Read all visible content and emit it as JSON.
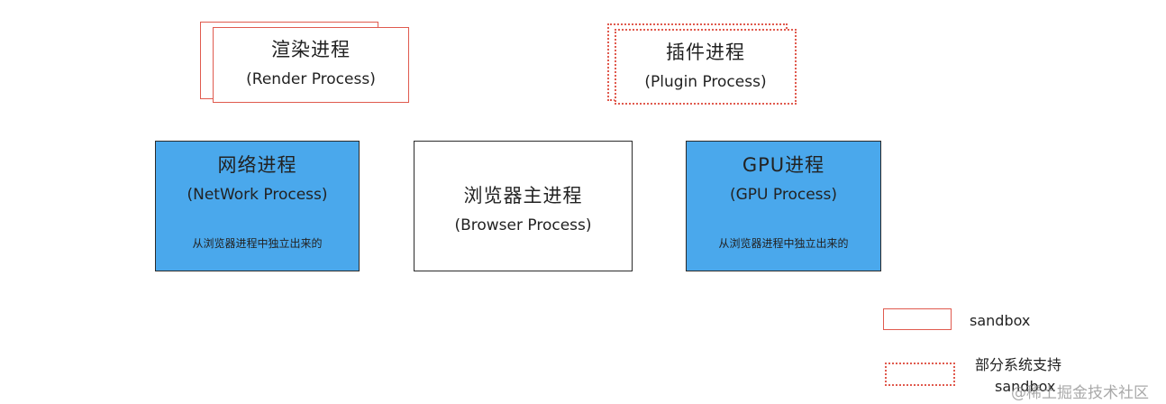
{
  "render": {
    "title": "渲染进程",
    "subtitle": "(Render Process)"
  },
  "plugin": {
    "title": "插件进程",
    "subtitle": "(Plugin Process)"
  },
  "network": {
    "title": "网络进程",
    "subtitle": "(NetWork Process)",
    "note": "从浏览器进程中独立出来的"
  },
  "browser": {
    "title": "浏览器主进程",
    "subtitle": "(Browser Process)"
  },
  "gpu": {
    "title": "GPU进程",
    "subtitle": "(GPU Process)",
    "note": "从浏览器进程中独立出来的"
  },
  "legend": {
    "solid_label": "sandbox",
    "dashed_label_line1": "部分系统支持",
    "dashed_label_line2": "sandbox"
  },
  "watermark": "@稀土掘金技术社区",
  "colors": {
    "sandbox_red": "#e05a4e",
    "process_blue": "#4aa8ec",
    "border_dark": "#2b2b2b"
  }
}
